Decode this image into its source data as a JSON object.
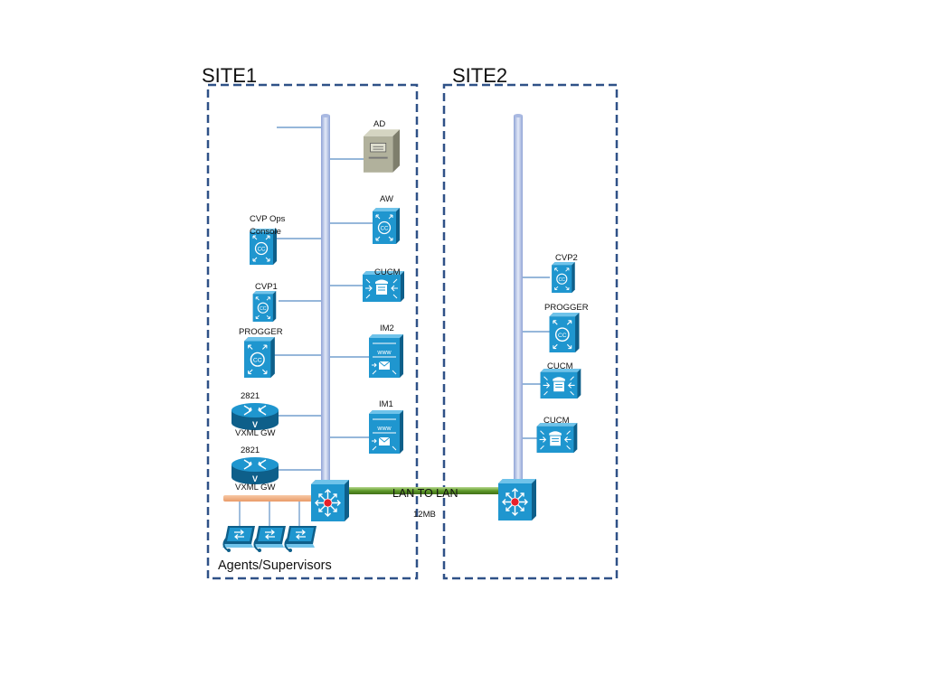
{
  "sites": [
    {
      "title": "SITE1",
      "caption": "Agents/Supervisors"
    },
    {
      "title": "SITE2"
    }
  ],
  "link": {
    "label": "LAN TO LAN",
    "bandwidth": "12MB"
  },
  "labels": {
    "ad": "AD",
    "aw": "AW",
    "cvp_ops_line1": "CVP Ops",
    "cvp_ops_line2": "Console",
    "cucm1": "CUCM",
    "cvp1": "CVP1",
    "im2": "IM2",
    "progger1": "PROGGER",
    "im1": "IM1",
    "gw1_model": "2821",
    "gw1_name": "VXML GW",
    "gw2_model": "2821",
    "gw2_name": "VXML GW",
    "cvp2": "CVP2",
    "progger2": "PROGGER",
    "cucm2": "CUCM",
    "cucm3": "CUCM"
  },
  "colors": {
    "site_border": "#2f5187",
    "backbone": "#c9d4ee",
    "device_blue": "#1f96cf",
    "link_green": "#73ad3d",
    "agent_bar": "#f2b48a"
  },
  "icons": {
    "ad": "server-tower-icon",
    "cc_server": "contact-center-server-icon",
    "cucm": "call-manager-icon",
    "im": "unified-messaging-server-icon",
    "router": "router-icon",
    "switch": "layer3-switch-icon",
    "agent": "ip-softphone-icon"
  }
}
